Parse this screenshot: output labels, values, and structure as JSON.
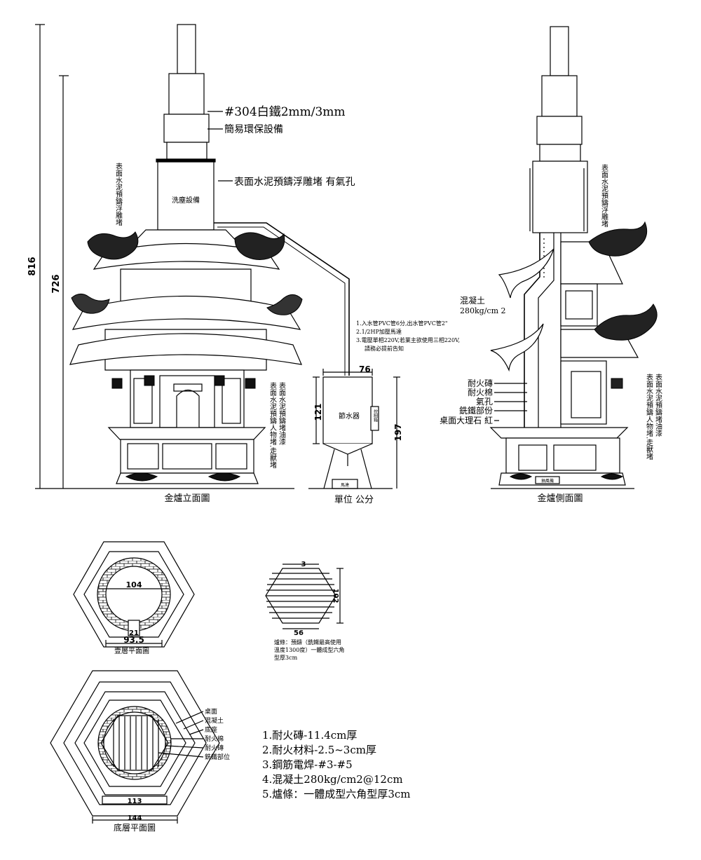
{
  "elevation": {
    "title": "金爐立面圖",
    "dim_total": "816",
    "dim_body": "726",
    "label_steel": "#304白鐵2mm/3mm",
    "label_env": "簡易環保設備",
    "label_cement_top": "表面水泥預鑄浮雕堵 有氣孔",
    "label_washer": "洗塵設備",
    "vertical_left": "表面水泥預鑄浮雕堵",
    "vertical_right_a": "表面水泥預鑄人物堵.走獸堵",
    "vertical_right_b": "表面水泥預鑄堵油漆"
  },
  "water": {
    "notes": [
      "1.入水管PVC管6分,出水管PVC管2\"",
      "2.1/2HP加壓馬達",
      "3.電壓單相220V,若業主欲使用三相220V,",
      "請務必提前告知"
    ],
    "dim_width": "76",
    "dim_height": "121",
    "dim_total": "197",
    "tank_label": "節水器",
    "control_label": "控制箱",
    "pump_label": "馬達",
    "unit": "單位 公分"
  },
  "side": {
    "title": "金爐側面圖",
    "concrete": "混凝土",
    "concrete_spec": "280kg/cm 2",
    "layers": [
      "耐火磚",
      "耐火棉",
      "氣孔",
      "銑鐵部份",
      "桌面大理石 紅"
    ],
    "vertical_top": "表面水泥預鑄浮雕堵",
    "vertical_a": "表面水泥預鑄人物堵.走獸堵",
    "vertical_b": "表面水泥預鑄堵油漆",
    "fan_label": "抽風機"
  },
  "plan1": {
    "title": "壹層平面圖",
    "dim_inner": "104",
    "dim_door": "21",
    "dim_outer": "93.5"
  },
  "grate": {
    "dim_top": "3",
    "dim_height": "102",
    "dim_bottom": "56",
    "caption": [
      "爐條：預鑄（銑鐵最高使用",
      "溫度1300度）一體成型六角",
      "型厚3cm"
    ]
  },
  "plan2": {
    "title": "底層平面圖",
    "dim_inner": "113",
    "dim_outer": "144",
    "labels": [
      "桌面",
      "混凝土",
      "底座",
      "耐火棉",
      "耐火磚",
      "銑鐵部位"
    ]
  },
  "specs": [
    "1.耐火磚-11.4cm厚",
    "2.耐火材料-2.5~3cm厚",
    "3.鋼筋電焊-#3-#5",
    "4.混凝土280kg/cm2@12cm",
    "5.爐條：一體成型六角型厚3cm"
  ]
}
